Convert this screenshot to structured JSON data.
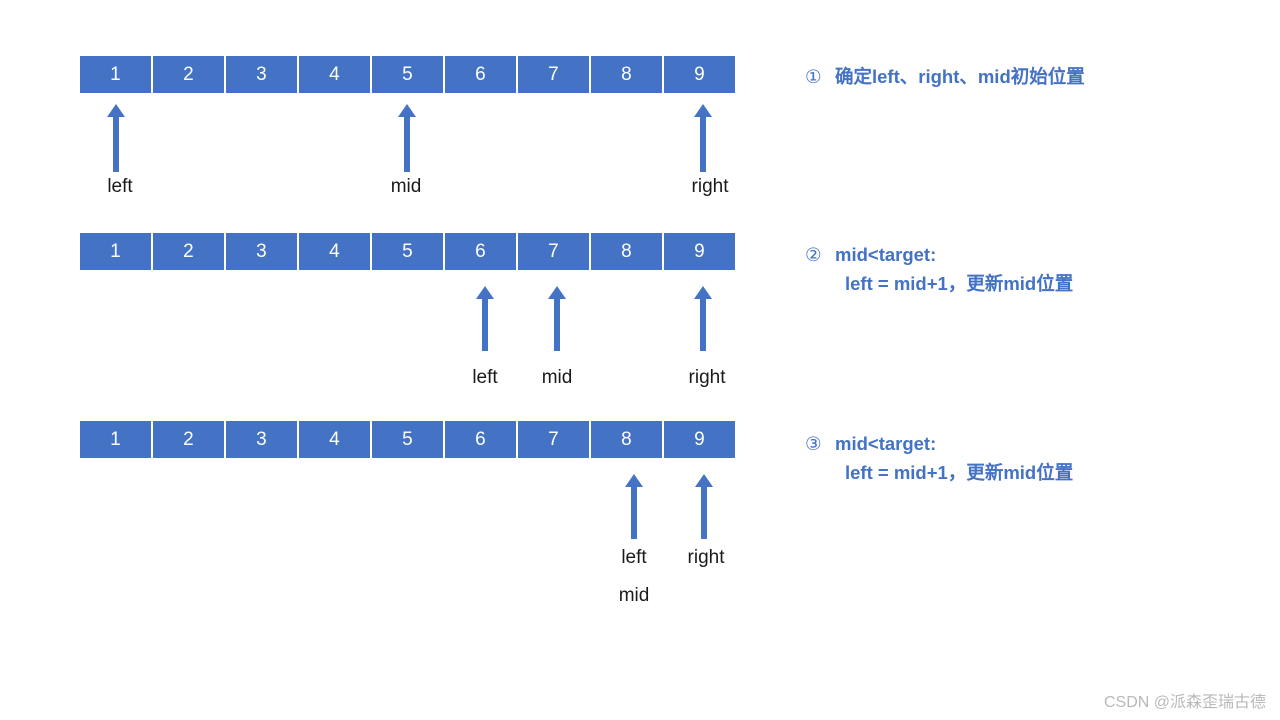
{
  "diagram": {
    "title": "binary-search-pointer-walkthrough",
    "accent_color": "#4472C4",
    "cell_text_color": "#FFFFFF",
    "label_color": "#1A1A1A",
    "background": "#FFFFFF",
    "array_values": [
      "1",
      "2",
      "3",
      "4",
      "5",
      "6",
      "7",
      "8",
      "9"
    ],
    "steps": [
      {
        "id": "step-1",
        "number": "①",
        "line1": "确定left、right、mid初始位置",
        "line2": "",
        "pointers": [
          {
            "name": "left",
            "label": "left",
            "cell_index": 0
          },
          {
            "name": "mid",
            "label": "mid",
            "cell_index": 4
          },
          {
            "name": "right",
            "label": "right",
            "cell_index": 8
          }
        ]
      },
      {
        "id": "step-2",
        "number": "②",
        "line1": "mid<target:",
        "line2": "left = mid+1，更新mid位置",
        "pointers": [
          {
            "name": "left",
            "label": "left",
            "cell_index": 5
          },
          {
            "name": "mid",
            "label": "mid",
            "cell_index": 6
          },
          {
            "name": "right",
            "label": "right",
            "cell_index": 8
          }
        ]
      },
      {
        "id": "step-3",
        "number": "③",
        "line1": "mid<target:",
        "line2": "left = mid+1，更新mid位置",
        "pointers": [
          {
            "name": "left",
            "label": "left",
            "cell_index": 7
          },
          {
            "name": "mid",
            "label": "mid",
            "cell_index": 7
          },
          {
            "name": "right",
            "label": "right",
            "cell_index": 8
          }
        ]
      }
    ]
  },
  "watermark": {
    "text": "CSDN @派森歪瑞古德"
  }
}
